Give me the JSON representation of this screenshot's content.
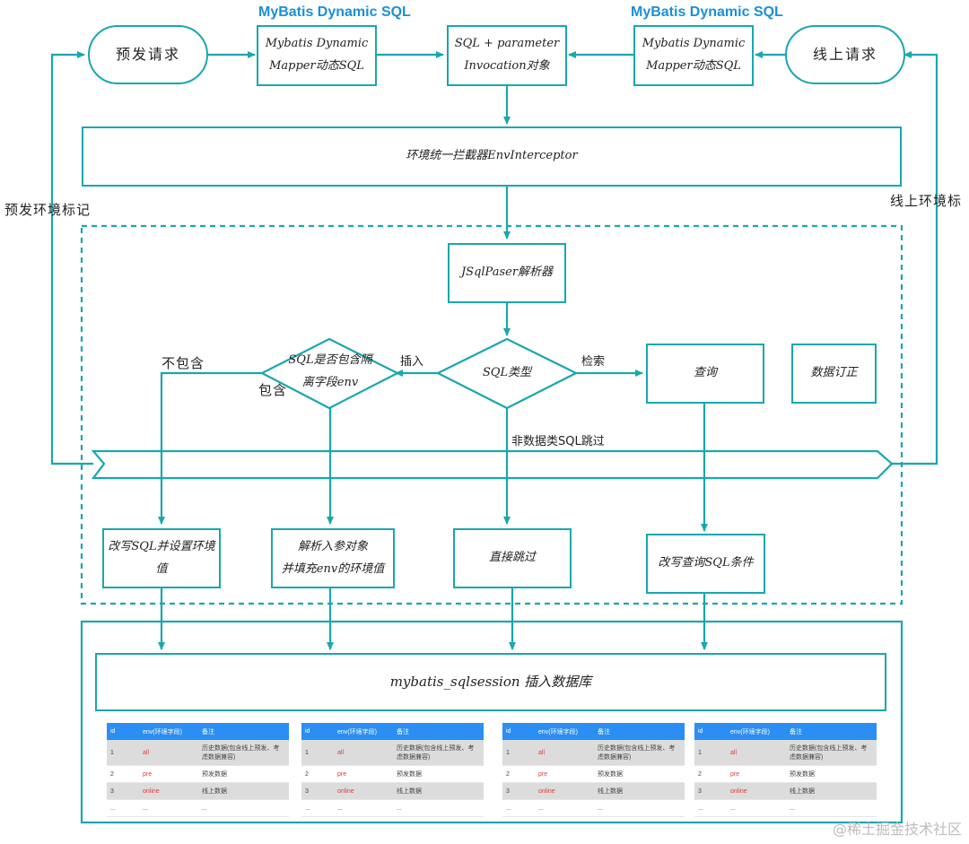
{
  "headers": {
    "left": "MyBatis Dynamic SQL",
    "right": "MyBatis Dynamic SQL"
  },
  "nodes": {
    "pre_request": "预发请求",
    "online_request": "线上请求",
    "mapper_left_line1": "Mybatis Dynamic",
    "mapper_left_line2": "Mapper动态SQL",
    "mapper_right_line1": "Mybatis Dynamic",
    "mapper_right_line2": "Mapper动态SQL",
    "invocation_line1": "SQL + parameter",
    "invocation_line2": "Invocation对象",
    "interceptor": "环境统一拦截器EnvInterceptor",
    "parser": "JSqlPaser解析器",
    "sql_type": "SQL类型",
    "contains_line1": "SQL是否包含隔",
    "contains_line2": "离字段env",
    "query": "查询",
    "data_fix": "数据订正",
    "rewrite_set_line1": "改写SQL并设置环境",
    "rewrite_set_line2": "值",
    "parse_fill_line1": "解析入参对象",
    "parse_fill_line2": "并填充env的环境值",
    "skip_direct": "直接跳过",
    "rewrite_query": "改写查询SQL条件",
    "db_insert": "mybatis_sqlsession 插入数据库"
  },
  "labels": {
    "pre_env_mark": "预发环境标记",
    "online_env_mark": "线上环境标",
    "not_contain": "不包含",
    "contain": "包含",
    "insert": "插入",
    "search": "检索",
    "non_data_skip": "非数据类SQL跳过"
  },
  "table": {
    "headers": [
      "id",
      "env(环境字段)",
      "备注"
    ],
    "rows": [
      [
        "1",
        "all",
        "历史数据(包含线上预发、考虑数据兼容)"
      ],
      [
        "2",
        "pre",
        "预发数据"
      ],
      [
        "3",
        "online",
        "线上数据"
      ],
      [
        "...",
        "...",
        "..."
      ]
    ]
  },
  "watermark": "@稀土掘金技术社区",
  "colors": {
    "stroke": "#19a7ad",
    "header_blue": "#1b8fd6",
    "table_header": "#2b8ef2",
    "env_red": "#e23b3b"
  }
}
